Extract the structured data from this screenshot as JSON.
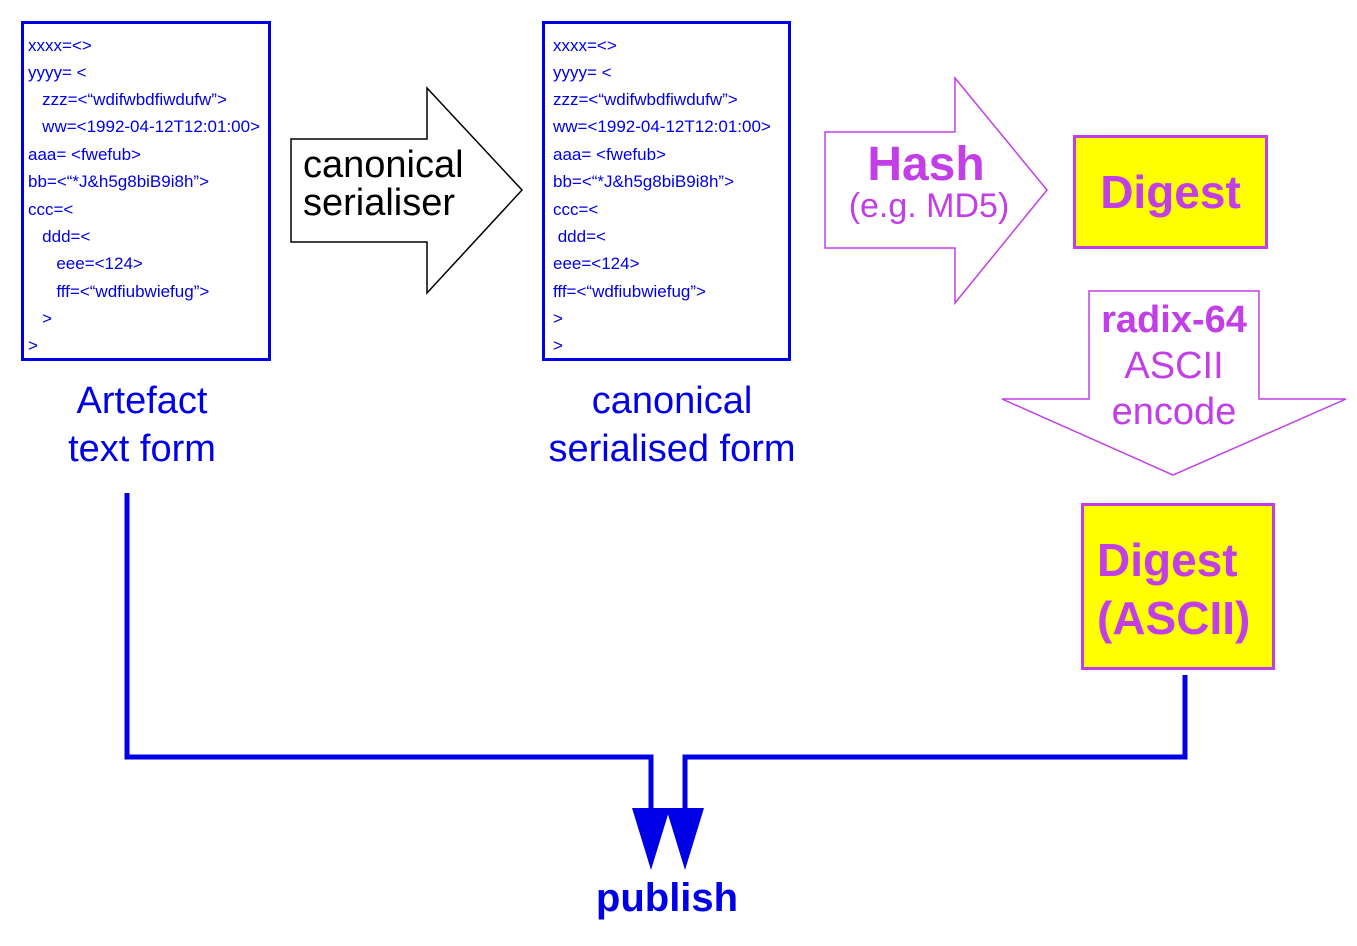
{
  "artefact_box": {
    "lines": [
      "xxxx=<>",
      "yyyy= <",
      "   zzz=<“wdifwbdfiwdufw”>",
      "   ww=<1992-04-12T12:01:00>",
      "aaa= <fwefub>",
      "bb=<“*J&h5g8biB9i8h”>",
      "ccc=<",
      "   ddd=<",
      "      eee=<124>",
      "      fff=<“wdfiubwiefug”>",
      "   >",
      ">"
    ]
  },
  "canonical_box": {
    "lines": [
      "xxxx=<>",
      "yyyy= <",
      "zzz=<“wdifwbdfiwdufw”>",
      "ww=<1992-04-12T12:01:00>",
      "aaa= <fwefub>",
      "bb=<“*J&h5g8biB9i8h”>",
      "ccc=<",
      " ddd=<",
      "eee=<124>",
      "fff=<“wdfiubwiefug”>",
      ">",
      ">"
    ]
  },
  "captions": {
    "artefact_line1": "Artefact",
    "artefact_line2": "text form",
    "canonical_line1": "canonical",
    "canonical_line2": "serialised form"
  },
  "serialiser_arrow": {
    "line1": "canonical",
    "line2": "serialiser"
  },
  "hash_arrow": {
    "title": "Hash",
    "subtitle": "(e.g. MD5)"
  },
  "digest": {
    "label": "Digest"
  },
  "encode_arrow": {
    "line1": "radix-64",
    "line2": "ASCII",
    "line3": "encode"
  },
  "digest_ascii": {
    "line1": "Digest",
    "line2": "(ASCII)"
  },
  "publish": {
    "label": "publish"
  },
  "colors": {
    "blue": "#0000e6",
    "magenta": "#c23fe8",
    "yellow": "#ffff00",
    "black": "#000000"
  }
}
